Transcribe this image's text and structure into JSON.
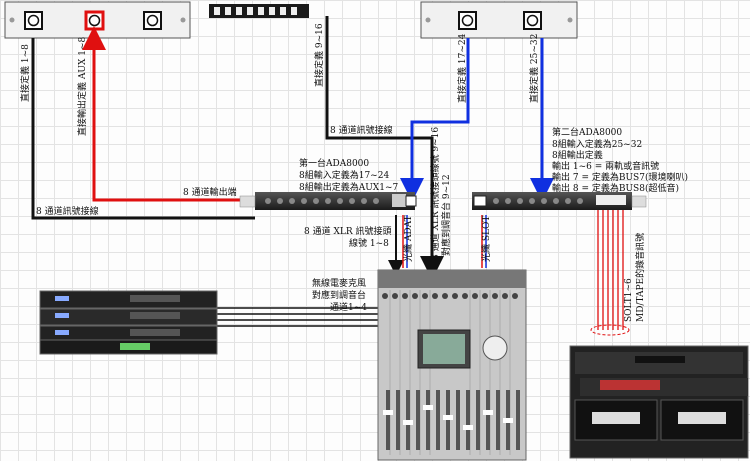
{
  "panels": {
    "top_left_vlabel_1": "直接定義 1~8",
    "top_left_vlabel_2": "直接輸出定義 AUX 1~8",
    "top_mid_vlabel": "直接定義 9~16",
    "top_right_vlabel_1": "直接定義 17~24",
    "top_right_vlabel_2": "直接定義 25~32"
  },
  "labels": {
    "ch8_signal_line": "8 通道訊號接線",
    "ch8_signal_line_2": "8 通道訊號接線",
    "ch8_output": "8 通道輸出端",
    "xlr_conn_1": "8 通道 XLR 訊號接頭",
    "xlr_conn_2": "線號 1~8",
    "optical_adat": "光纖 ADAT",
    "xlr_conn_vertical": "8 通道 XLR 訊號接頭線號 9~16",
    "mixer_map_vertical": "對應到調音台 9~12",
    "optical_slot": "光纖 SLOT",
    "wireless_1": "無線電麥克風",
    "wireless_2": "對應到調音台",
    "wireless_3": "通道1~4",
    "solt_vertical_1": "SOLT1~6",
    "solt_vertical_2": "MD/TAPE的錄音訊號"
  },
  "ada1": {
    "title": "第一台ADA8000",
    "line1": "8組輸入定義為17~24",
    "line2": "8組輸出定義為AUX1~7"
  },
  "ada2": {
    "title": "第二台ADA8000",
    "line1": "8組輸入定義為25~32",
    "line2": "8組輸出定義",
    "line3": "輸出 1~6 = 兩軌或音訊號",
    "line4": "輸出 7 = 定義為BUS7(環境喇叭)",
    "line5": "輸出 8 = 定義為BUS8(超低音)"
  },
  "colors": {
    "black_line": "#111111",
    "red_line": "#e01010",
    "blue_line": "#1030e0",
    "rack": "#2a2a2a"
  }
}
